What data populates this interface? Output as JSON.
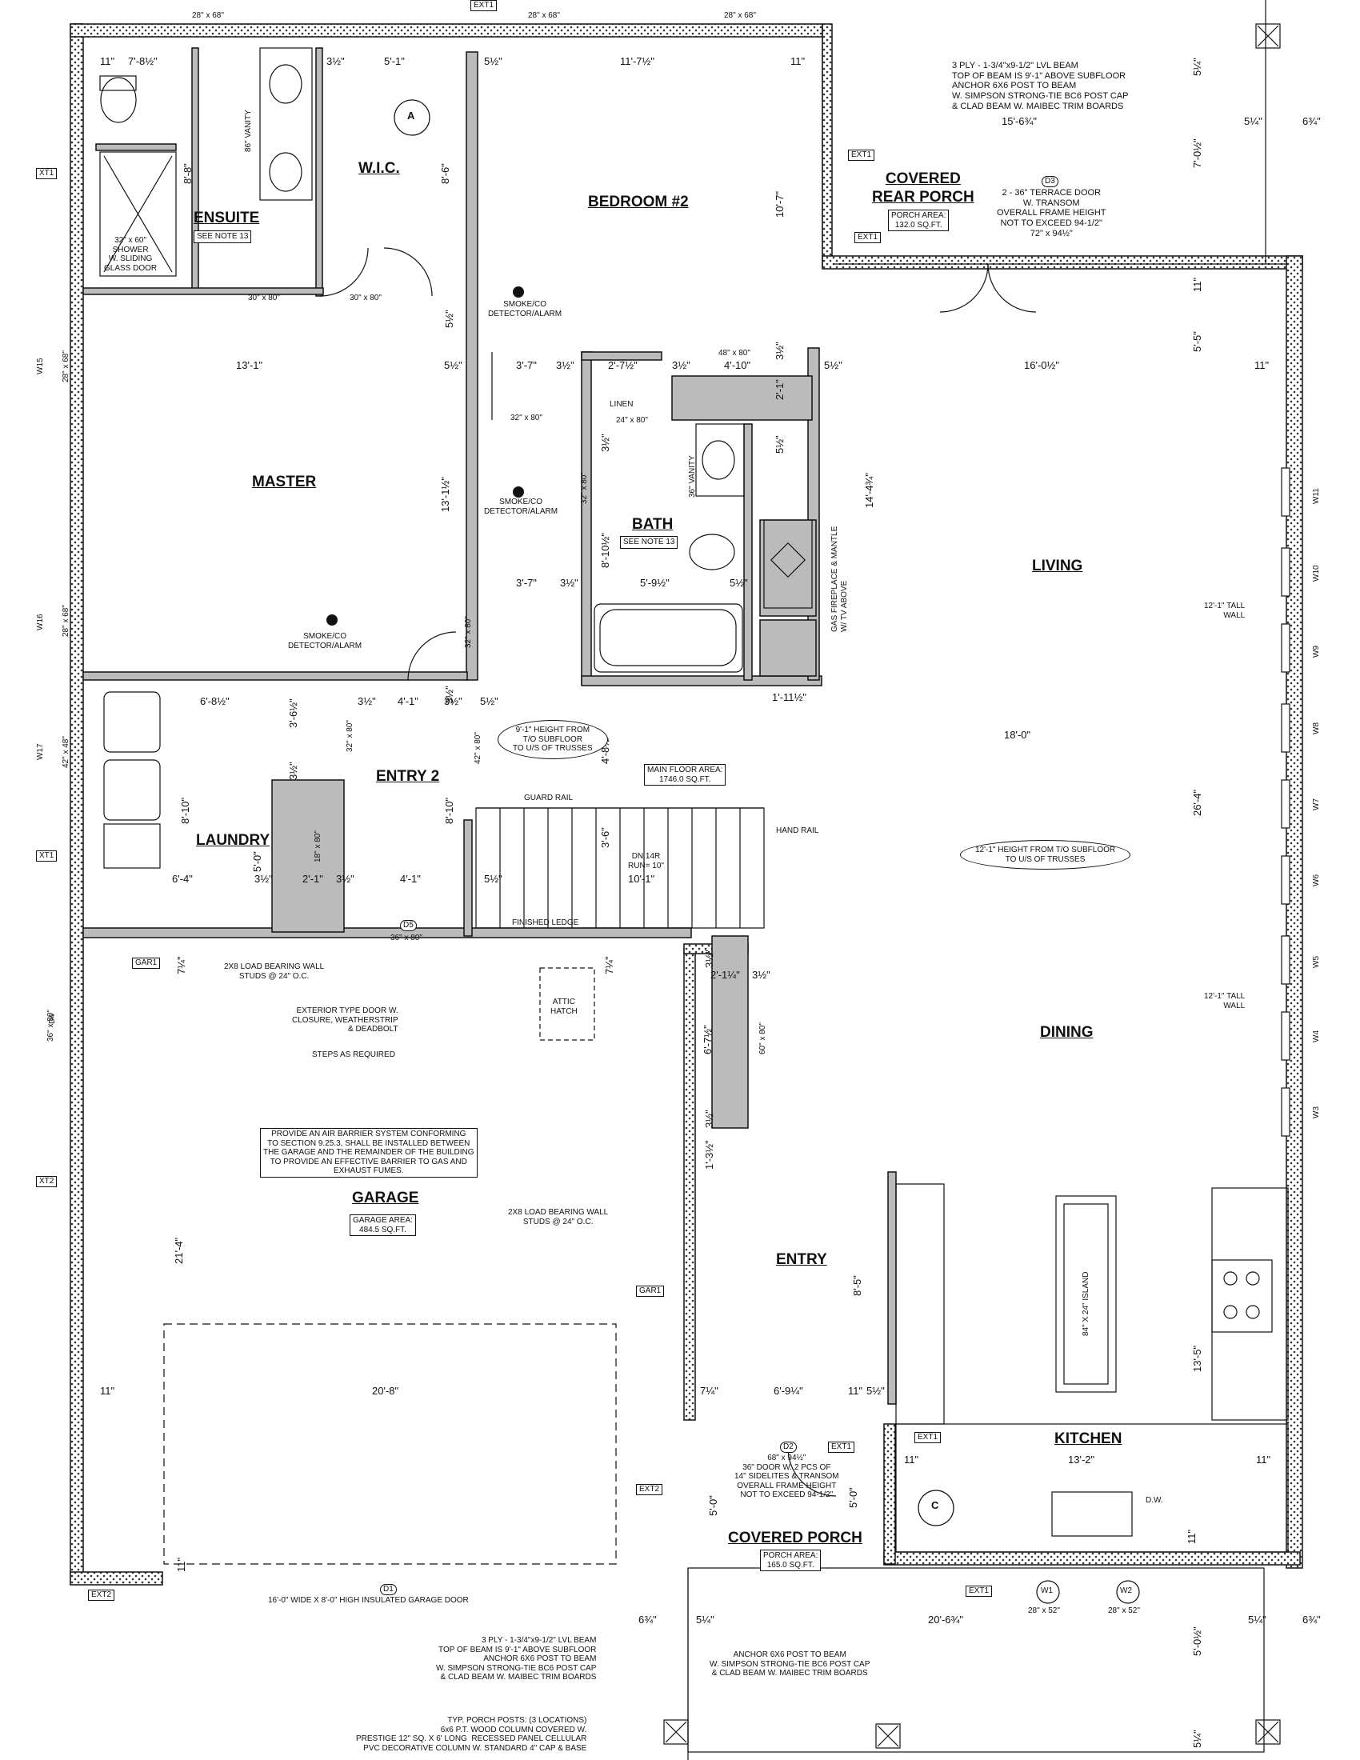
{
  "rooms": {
    "master": "MASTER",
    "ensuite": "ENSUITE",
    "ensuite_note": "SEE NOTE 13",
    "wic": "W.I.C.",
    "bedroom2": "BEDROOM #2",
    "bath": "BATH",
    "bath_note": "SEE NOTE 13",
    "linen": "LINEN",
    "covered_rear_porch": "COVERED\nREAR PORCH",
    "living": "LIVING",
    "laundry": "LAUNDRY",
    "entry2": "ENTRY 2",
    "dining": "DINING",
    "garage": "GARAGE",
    "entry": "ENTRY",
    "kitchen": "KITCHEN",
    "covered_porch": "COVERED PORCH"
  },
  "areas": {
    "rear_porch": "PORCH AREA:\n132.0 SQ.FT.",
    "main_floor": "MAIN FLOOR AREA:\n1746.0 SQ.FT.",
    "garage": "GARAGE AREA:\n484.5 SQ.FT.",
    "front_porch": "PORCH AREA:\n165.0 SQ.FT."
  },
  "dimensions": {
    "d1": "7'-8½\"",
    "d2": "3½\"",
    "d3": "5'-1\"",
    "d4": "11\"",
    "d5": "5½\"",
    "d6": "11'-7½\"",
    "d7": "11\"",
    "d8": "15'-6¾\"",
    "d9": "5¼\"",
    "d10": "6¾\"",
    "d11": "13'-1\"",
    "d12": "5½\"",
    "d13": "3'-7\"",
    "d14": "3½\"",
    "d15": "2'-7½\"",
    "d16": "3½\"",
    "d17": "4'-10\"",
    "d18": "5½\"",
    "d19": "16'-0½\"",
    "d20": "11\"",
    "d21": "3'-7\"",
    "d22": "3½\"",
    "d23": "5'-9½\"",
    "d24": "5½\"",
    "d25": "6'-8½\"",
    "d26": "3½\"",
    "d27": "4'-1\"",
    "d28": "3½\"",
    "d29": "5½\"",
    "d30": "1'-11½\"",
    "d31": "18'-0\"",
    "d32": "6'-4\"",
    "d33": "3½\"",
    "d34": "2'-1\"",
    "d35": "3½\"",
    "d36": "4'-1\"",
    "d37": "5½\"",
    "d38": "10'-1\"",
    "d39": "11\"",
    "d40": "20'-8\"",
    "d41": "7¼\"",
    "d42": "6'-9¼\"",
    "d43": "11\"",
    "d44": "5½\"",
    "d45": "11\"",
    "d46": "13'-2\"",
    "d47": "11\"",
    "d48": "6¾\"",
    "d49": "5¼\"",
    "d50": "20'-6¾\"",
    "d51": "5¼\"",
    "d52": "6¾\"",
    "d53": "2'-1¼\"",
    "d54": "3½\"",
    "v1": "8'-8\"",
    "v2": "8'-6\"",
    "v3": "5¼\"",
    "v4": "7'-0½\"",
    "v5": "11\"",
    "v6": "5'-5\"",
    "v7": "13'-1½\"",
    "v8": "10'-7\"",
    "v9": "8'-10½\"",
    "v10": "3½\"",
    "v11": "14'-4¾\"",
    "v12": "2'-1\"",
    "v13": "5½\"",
    "v14": "3½\"",
    "v15": "4'-8½\"",
    "v16": "8'-10\"",
    "v17": "8'-10\"",
    "v18": "5'-0\"",
    "v19": "3'-6\"",
    "v20": "3'-6½\"",
    "v21": "3½\"",
    "v22": "7¼\"",
    "v23": "7¼\"",
    "v24": "26'-4\"",
    "v25": "21'-4\"",
    "v26": "6'-7½\"",
    "v27": "1'-3½\"",
    "v28": "3½\"",
    "v29": "3½\"",
    "v30": "8'-5\"",
    "v31": "13'-5\"",
    "v32": "5'-0\"",
    "v33": "5'-0\"",
    "v34": "11\"",
    "v35": "5'-0½\"",
    "v36": "5¼\"",
    "v37": "11\"",
    "v38": "3½\"",
    "v39": "5½\""
  },
  "doors": {
    "e1": "30\" x 80\"",
    "e2": "30\" x 80\"",
    "e3": "32\" x 80\"",
    "e4": "48\" x 80\"",
    "e5": "24\" x 80\"",
    "e6": "32\" x 80\"",
    "e7": "32\" x 80\"",
    "e8": "32\" x 80\"",
    "e9": "42\" x 80\"",
    "e10": "18\" x 80\"",
    "e11": "36\" x 80\"",
    "e12": "60\" x 80\"",
    "e13": "36\" x 80\""
  },
  "top_windows": {
    "w_a": "28\" x 68\"",
    "w_b": "28\" x 68\"",
    "w_c": "28\" x 68\""
  },
  "window_side_labels": {
    "w15": "W15",
    "w15s": "28\" x 68\"",
    "w16": "W16",
    "w16s": "28\" x 68\"",
    "w17": "W17",
    "w17s": "42\" x 48\"",
    "d4": "D4",
    "d4s": "36\" x 80\""
  },
  "right_windows": [
    "W11",
    "W10",
    "W9",
    "W8",
    "W7",
    "W6",
    "W5",
    "W4",
    "W3"
  ],
  "bottom_windows": {
    "w1": "W1",
    "w1s": "28\" x 52\"",
    "w2": "W2",
    "w2s": "28\" x 52\""
  },
  "tags": {
    "ext1_top": "EXT1",
    "ext1_left": "XT1",
    "ext1_left2": "XT1",
    "ext2_left": "XT2",
    "ext1_porch": "EXT1",
    "ext1_porch2": "EXT1",
    "gar1_a": "GAR1",
    "gar1_b": "GAR1",
    "ext2_mid": "EXT2",
    "ext1_entry": "EXT1",
    "ext1_kitchen": "EXT1",
    "ext1_bottom": "EXT1",
    "ext2_bottom": "EXT2",
    "d3": "D3",
    "d5": "D5",
    "d2": "D2",
    "d1": "D1",
    "sec_a": "A",
    "sec_c": "C"
  },
  "notes": {
    "rear_beam": "3 PLY - 1-3/4\"x9-1/2\" LVL BEAM\nTOP OF BEAM IS 9'-1\" ABOVE SUBFLOOR\nANCHOR 6X6 POST TO BEAM\nW. SIMPSON STRONG-TIE BC6 POST CAP\n& CLAD BEAM W. MAIBEC TRIM BOARDS",
    "terrace_door": "2 - 36\" TERRACE DOOR\nW. TRANSOM\nOVERALL FRAME HEIGHT\nNOT TO EXCEED 94-1/2\"\n72\" x 94½\"",
    "vanity_86": "86\" VANITY",
    "shower": "32\" x 60\"\nSHOWER\nW. SLIDING\nGLASS DOOR",
    "smoke1": "SMOKE/CO\nDETECTOR/ALARM",
    "smoke2": "SMOKE/CO\nDETECTOR/ALARM",
    "smoke3": "SMOKE/CO\nDETECTOR/ALARM",
    "vanity_36": "36\" VANITY",
    "fireplace": "GAS FIREPLACE & MANTLE\nW/ TV ABOVE",
    "tall_wall1": "12'-1\" TALL\nWALL",
    "tall_wall2": "12'-1\" TALL\nWALL",
    "height_91": "9'-1\" HEIGHT FROM\nT/O SUBFLOOR\nTO U/S OF TRUSSES",
    "height_121": "12'-1\" HEIGHT FROM T/O SUBFLOOR\nTO U/S OF TRUSSES",
    "guard_rail": "GUARD RAIL",
    "hand_rail": "HAND RAIL",
    "stair": "DN 14R\nRUN= 10\"",
    "finished_ledge": "FINISHED LEDGE",
    "load_wall1": "2X8 LOAD BEARING WALL\nSTUDS @ 24\" O.C.",
    "load_wall2": "2X8 LOAD BEARING WALL\nSTUDS @ 24\" O.C.",
    "ext_door": "EXTERIOR TYPE DOOR W.\nCLOSURE, WEATHERSTRIP\n& DEADBOLT",
    "steps": "STEPS AS REQUIRED",
    "attic": "ATTIC\nHATCH",
    "air_barrier": "PROVIDE AN AIR BARRIER SYSTEM CONFORMING\nTO SECTION 9.25.3, SHALL BE INSTALLED BETWEEN\nTHE GARAGE AND THE REMAINDER OF THE BUILDING\nTO PROVIDE AN EFFECTIVE BARRIER TO GAS AND\nEXHAUST FUMES.",
    "island": "84\" X 24\" ISLAND",
    "dw": "D.W.",
    "front_door": "68\" x 94½\"\n36\" DOOR W. 2 PCS OF\n14\" SIDELITES & TRANSOM\nOVERALL FRAME HEIGHT\nNOT TO EXCEED 94-1/2\"",
    "garage_door": "16'-0\" WIDE X 8'-0\" HIGH INSULATED GARAGE DOOR",
    "front_beam": "3 PLY - 1-3/4\"x9-1/2\" LVL BEAM\nTOP OF BEAM IS 9'-1\" ABOVE SUBFLOOR\nANCHOR 6X6 POST TO BEAM\nW. SIMPSON STRONG-TIE BC6 POST CAP\n& CLAD BEAM W. MAIBEC TRIM BOARDS",
    "anchor_post": "ANCHOR 6X6 POST TO BEAM\nW. SIMPSON STRONG-TIE BC6 POST CAP\n& CLAD BEAM W. MAIBEC TRIM BOARDS",
    "porch_posts": "TYP. PORCH POSTS: (3 LOCATIONS)\n6x6 P.T. WOOD COLUMN COVERED W.\nPRESTIGE 12\" SQ. X 6' LONG  RECESSED PANEL CELLULAR\nPVC DECORATIVE COLUMN W. STANDARD 4\" CAP & BASE"
  }
}
